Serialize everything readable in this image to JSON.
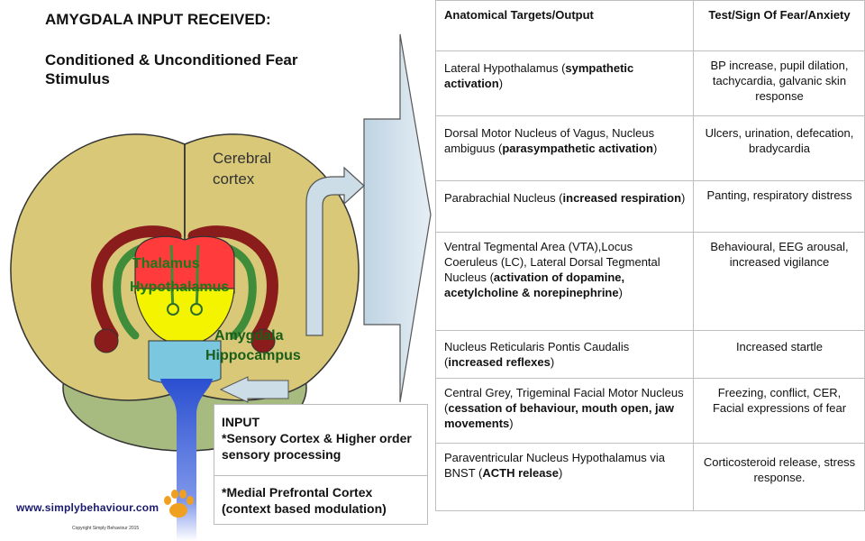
{
  "header": {
    "title": "AMYGDALA INPUT RECEIVED:",
    "subtitle": "Conditioned & Unconditioned Fear Stimulus"
  },
  "brain": {
    "cortex_label": "Cerebral cortex",
    "thalamus_label": "Thalamus",
    "hypothalamus_label": "Hypothalamus",
    "amygdala_label": "Amygdala",
    "hippocampus_label": "Hippocampus"
  },
  "input_box": {
    "line1": "INPUT",
    "line2": "*Sensory Cortex & Higher order sensory processing",
    "line3": "*Medial Prefrontal Cortex (context based modulation)"
  },
  "branding": {
    "website": "www.simplybehaviour.com",
    "copyright": "Copyright Simply Behaviour 2015"
  },
  "table": {
    "col1_header": "Anatomical Targets/Output",
    "col2_header": "Test/Sign Of Fear/Anxiety",
    "rows": [
      {
        "target_parts": [
          {
            "text": "Lateral Hypothalamus (",
            "bold": false
          },
          {
            "text": "sympathetic activation",
            "bold": true
          },
          {
            "text": ")",
            "bold": false
          }
        ],
        "sign": "BP increase, pupil dilation, tachycardia, galvanic skin response"
      },
      {
        "target_parts": [
          {
            "text": "Dorsal Motor Nucleus of Vagus, Nucleus ambiguus (",
            "bold": false
          },
          {
            "text": "parasympathetic activation",
            "bold": true
          },
          {
            "text": ")",
            "bold": false
          }
        ],
        "sign": "Ulcers, urination, defecation, bradycardia"
      },
      {
        "target_parts": [
          {
            "text": "Parabrachial Nucleus (",
            "bold": false
          },
          {
            "text": "increased respiration",
            "bold": true
          },
          {
            "text": ")",
            "bold": false
          }
        ],
        "sign": "Panting, respiratory distress"
      },
      {
        "target_parts": [
          {
            "text": "Ventral Tegmental Area (VTA),Locus Coeruleus (LC), Lateral Dorsal Tegmental Nucleus (",
            "bold": false
          },
          {
            "text": "activation of dopamine, acetylcholine & norepinephrine",
            "bold": true
          },
          {
            "text": ")",
            "bold": false
          }
        ],
        "sign": "Behavioural, EEG arousal, increased vigilance"
      },
      {
        "target_parts": [
          {
            "text": "Nucleus Reticularis Pontis Caudalis (",
            "bold": false
          },
          {
            "text": "increased reflexes",
            "bold": true
          },
          {
            "text": ")",
            "bold": false
          }
        ],
        "sign": "Increased startle"
      },
      {
        "target_parts": [
          {
            "text": "Central Grey, Trigeminal Facial Motor Nucleus (",
            "bold": false
          },
          {
            "text": "cessation of behaviour, mouth open, jaw movements",
            "bold": true
          },
          {
            "text": ")",
            "bold": false
          }
        ],
        "sign": "Freezing, conflict, CER, Facial expressions of fear"
      },
      {
        "target_parts": [
          {
            "text": "Paraventricular Nucleus Hypothalamus via BNST (",
            "bold": false
          },
          {
            "text": "ACTH release",
            "bold": true
          },
          {
            "text": ")",
            "bold": false
          }
        ],
        "sign": "Corticosteroid release, stress response."
      }
    ]
  },
  "colors": {
    "cortex": "#d8c878",
    "cerebellum": "#a7ba80",
    "thalamus": "#ff3b3b",
    "hypothalamus": "#f4f400",
    "limbic_red": "#9b1c1c",
    "limbic_green": "#3f8c3a",
    "hippocampus": "#7cc7e0",
    "brainstem": "#3051c8",
    "arrow_fill": "#ccdde8"
  }
}
